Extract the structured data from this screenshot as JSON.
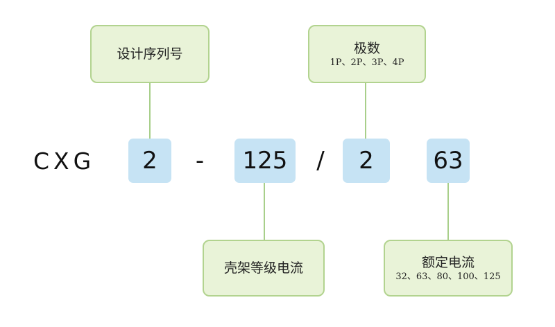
{
  "prefix": "CXG",
  "separator_dash": "-",
  "separator_slash": "/",
  "codes": {
    "design_serial": "2",
    "frame_current": "125",
    "poles": "2",
    "rated_current": "63"
  },
  "labels": {
    "design_serial": {
      "title": "设计序列号"
    },
    "poles": {
      "title": "极数",
      "options": "1P、2P、3P、4P"
    },
    "frame_current": {
      "title": "壳架等级电流"
    },
    "rated_current": {
      "title": "额定电流",
      "options": "32、63、80、100、125"
    }
  },
  "colors": {
    "code_box": "#c6e3f4",
    "label_fill": "#e9f3d8",
    "label_border": "#b2d38f",
    "connector": "#a8cf8a"
  }
}
